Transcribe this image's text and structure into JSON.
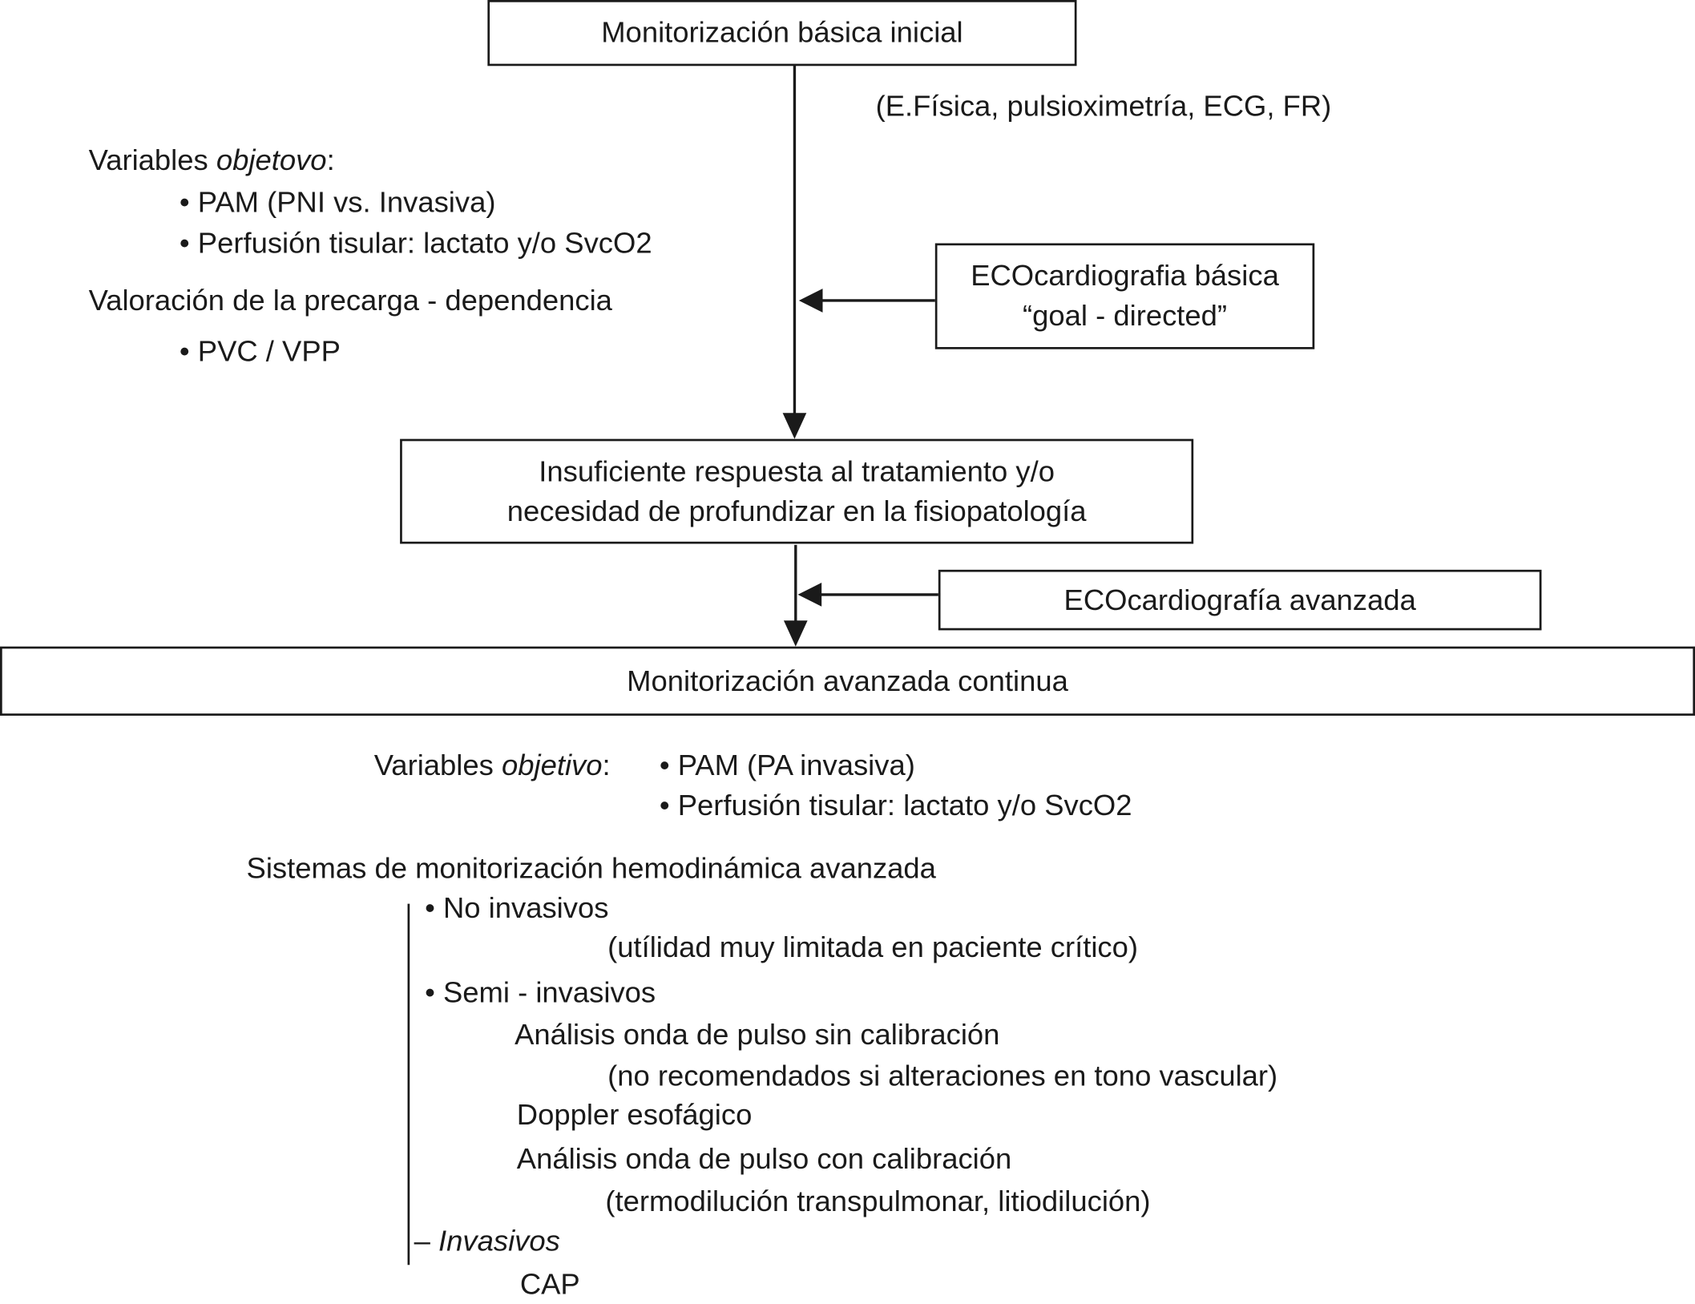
{
  "boxes": {
    "initial": "Monitorización básica inicial",
    "eco_basic_line1": "ECOcardiografia básica",
    "eco_basic_line2": "“goal - directed”",
    "insufficient_line1": "Insuficiente respuesta al tratamiento y/o",
    "insufficient_line2": "necesidad de profundizar en la fisiopatología",
    "eco_advanced": "ECOcardiografía avanzada",
    "advanced": "Monitorización avanzada continua"
  },
  "basic_note": "(E.Física, pulsioximetría, ECG, FR)",
  "basic_targets": {
    "label": "Variables ",
    "label_italic": "objetovo",
    "label_colon": ":",
    "items": [
      "• PAM (PNI vs. Invasiva)",
      "• Perfusión tisular: lactato y/o SvcO2"
    ],
    "preload_title": "Valoración de la precarga - dependencia",
    "preload_items": [
      "• PVC / VPP"
    ]
  },
  "advanced_targets": {
    "label": "Variables ",
    "label_italic": "objetivo",
    "label_colon": ":",
    "items": [
      "• PAM (PA invasiva)",
      "• Perfusión tisular: lactato y/o SvcO2"
    ]
  },
  "systems": {
    "title": "Sistemas de monitorización hemodinámica avanzada",
    "non_invasive": "• No invasivos",
    "non_invasive_note": "(utílidad muy limitada en paciente crítico)",
    "semi_invasive": "• Semi - invasivos",
    "semi_items": [
      "Análisis onda de pulso sin calibración",
      "(no recomendados si alteraciones en tono vascular)",
      "Doppler esofágico",
      "Análisis onda de pulso con calibración",
      "(termodilución transpulmonar, litiodilución)"
    ],
    "invasive_dash": "– ",
    "invasive": "Invasivos",
    "invasive_items": [
      "CAP"
    ]
  }
}
